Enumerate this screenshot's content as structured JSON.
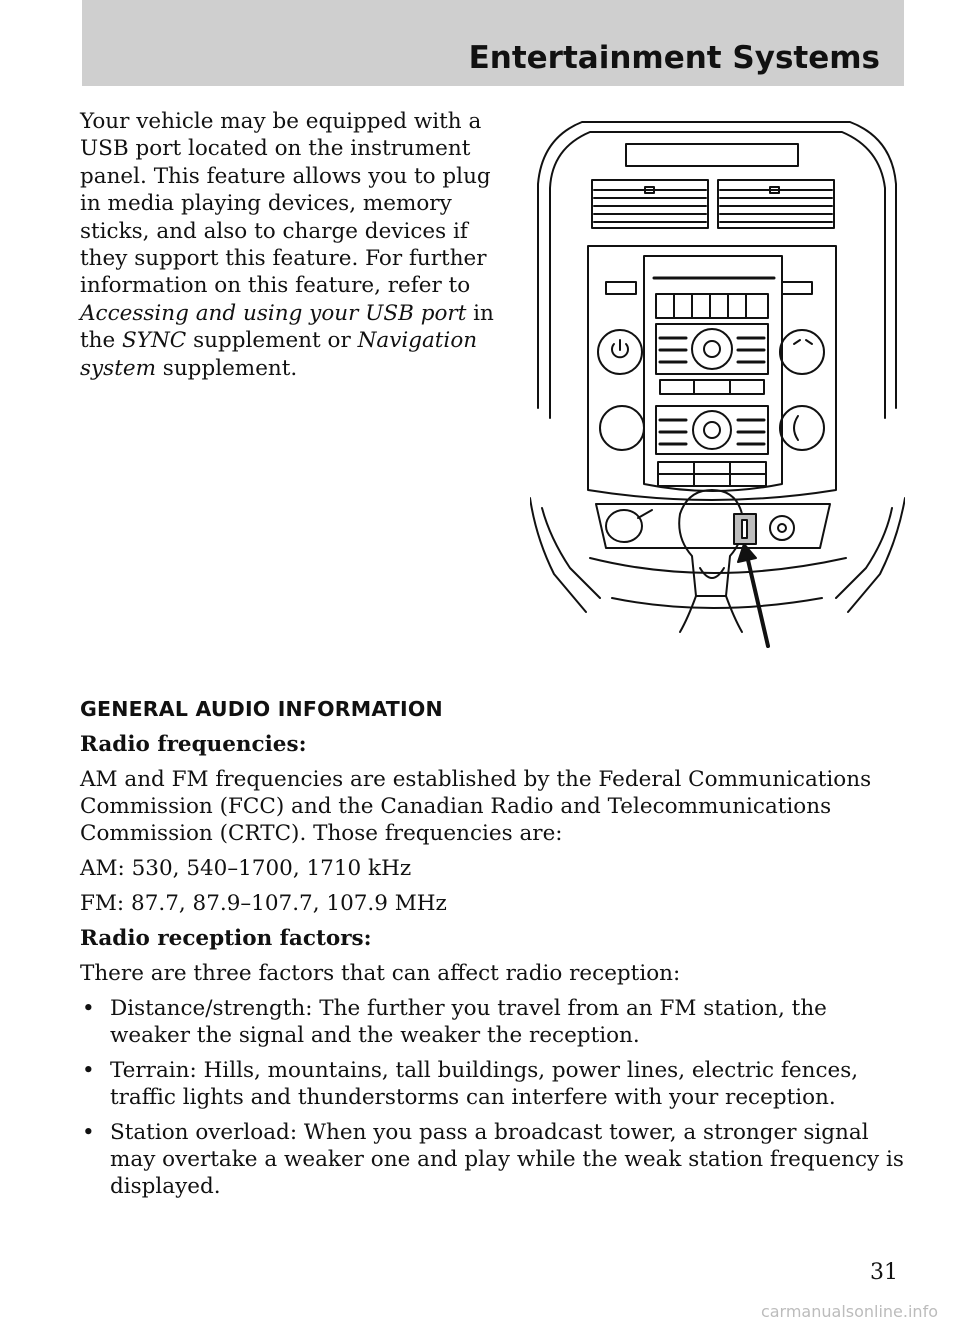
{
  "header": {
    "title": "Entertainment Systems"
  },
  "intro": {
    "part1": "Your vehicle may be equipped with a USB port located on the instrument panel. This feature allows you to plug in media playing devices, memory sticks, and also to charge devices if they support this feature. For further information on this feature, refer to ",
    "ref1": "Accessing and using your USB port",
    "part2": " in the ",
    "ref2": "SYNC",
    "part3": " supplement or ",
    "ref3": "Navigation system",
    "part4": " supplement."
  },
  "figure": {
    "subject": "instrument-panel-usb-port-illustration"
  },
  "section": {
    "heading": "GENERAL AUDIO INFORMATION",
    "radio_frequencies_heading": "Radio frequencies:",
    "radio_frequencies_text": "AM and FM frequencies are established by the Federal Communications Commission (FCC) and the Canadian Radio and Telecommunications Commission (CRTC). Those frequencies are:",
    "am_line": "AM: 530, 540–1700, 1710 kHz",
    "fm_line": "FM: 87.7, 87.9–107.7, 107.9 MHz",
    "reception_heading": "Radio reception factors:",
    "reception_intro": "There are three factors that can affect radio reception:",
    "bullet_symbol": "•",
    "bullets": [
      "Distance/strength: The further you travel from an FM station, the weaker the signal and the weaker the reception.",
      "Terrain: Hills, mountains, tall buildings, power lines, electric fences, traffic lights and thunderstorms can interfere with your reception.",
      "Station overload: When you pass a broadcast tower, a stronger signal may overtake a weaker one and play while the weak station frequency is displayed."
    ]
  },
  "footer": {
    "page_number": "31",
    "watermark": "carmanualsonline.info"
  }
}
